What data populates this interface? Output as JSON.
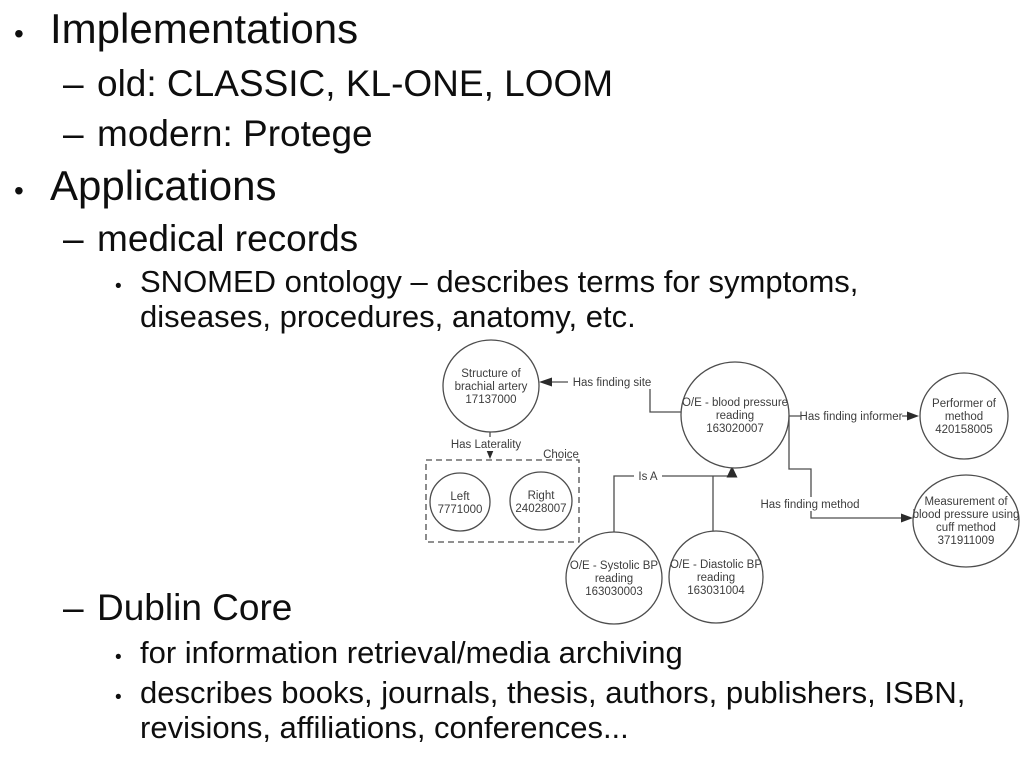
{
  "slide": {
    "background_color": "#ffffff",
    "text_color": "#0e0e0e",
    "outline": [
      {
        "marker": "•",
        "level": 1,
        "text": "Implementations"
      },
      {
        "marker": "–",
        "level": 2,
        "text": "old: CLASSIC, KL-ONE, LOOM"
      },
      {
        "marker": "–",
        "level": 2,
        "text": "modern: Protege"
      },
      {
        "marker": "•",
        "level": 1,
        "text": "Applications"
      },
      {
        "marker": "–",
        "level": 2,
        "text": "medical records"
      },
      {
        "marker": "•",
        "level": 3,
        "lines": [
          "SNOMED ontology – describes terms for symptoms,",
          "diseases, procedures, anatomy, etc."
        ]
      },
      {
        "marker": "–",
        "level": 2,
        "text": "Dublin Core"
      },
      {
        "marker": "•",
        "level": 3,
        "text": "for information retrieval/media archiving"
      },
      {
        "marker": "•",
        "level": 3,
        "lines": [
          "describes books, journals, thesis, authors, publishers, ISBN,",
          "revisions, affiliations, conferences..."
        ]
      }
    ]
  },
  "diagram": {
    "stroke_color": "#4d4d4d",
    "text_color": "#3d3d3d",
    "nodes": {
      "brachial_artery": {
        "lines": [
          "Structure of",
          "brachial artery",
          "17137000"
        ]
      },
      "bp_reading": {
        "lines": [
          "O/E - blood pressure",
          "reading",
          "163020007"
        ]
      },
      "performer": {
        "lines": [
          "Performer of",
          "method",
          "420158005"
        ]
      },
      "measurement": {
        "lines": [
          "Measurement of",
          "blood pressure using",
          "cuff method",
          "371911009"
        ]
      },
      "left": {
        "lines": [
          "Left",
          "7771000"
        ]
      },
      "right": {
        "lines": [
          "Right",
          "24028007"
        ]
      },
      "systolic": {
        "lines": [
          "O/E - Systolic BP",
          "reading",
          "163030003"
        ]
      },
      "diastolic": {
        "lines": [
          "O/E - Diastolic BP",
          "reading",
          "163031004"
        ]
      }
    },
    "labels": {
      "has_finding_site": "Has finding site",
      "has_laterality": "Has Laterality",
      "has_finding_informer": "Has finding informer",
      "has_finding_method": "Has finding method",
      "is_a": "Is A",
      "choice": "Choice"
    }
  }
}
